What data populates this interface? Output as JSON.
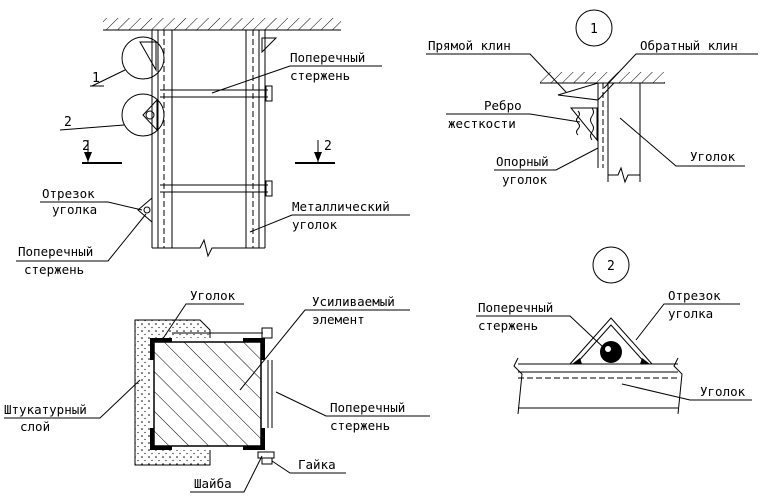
{
  "labels": {
    "poperechny_sterzhen_1": [
      "Поперечный",
      "стержень"
    ],
    "otrezok_ugolka_1": [
      "Отрезок",
      "уголка"
    ],
    "poperechny_sterzhen_2": [
      "Поперечный",
      "стержень"
    ],
    "metallichesky_ugolok": [
      "Металлический",
      "уголок"
    ],
    "pryamoy_klin": "Прямой клин",
    "obratny_klin": "Обратный клин",
    "rebro_zhestkosti": [
      "Ребро",
      "жесткости"
    ],
    "oporny_ugolok": [
      "Опорный",
      "уголок"
    ],
    "ugolok_detail1": "Уголок",
    "ugolok_section": "Уголок",
    "usilivaemy_element": [
      "Усиливаемый",
      "элемент"
    ],
    "shtukaturny_sloy": [
      "Штукатурный",
      "слой"
    ],
    "poperechny_sterzhen_3": [
      "Поперечный",
      "стержень"
    ],
    "gayka": "Гайка",
    "shayba": "Шайба",
    "poperechny_sterzhen_4": [
      "Поперечный",
      "стержень"
    ],
    "otrezok_ugolka_2": [
      "Отрезок",
      "уголка"
    ],
    "ugolok_detail2": "Уголок"
  },
  "markers": {
    "callout_1": "1",
    "callout_2": "2",
    "detail_1": "1",
    "detail_2": "2",
    "section_left": "2",
    "section_right": "2"
  }
}
